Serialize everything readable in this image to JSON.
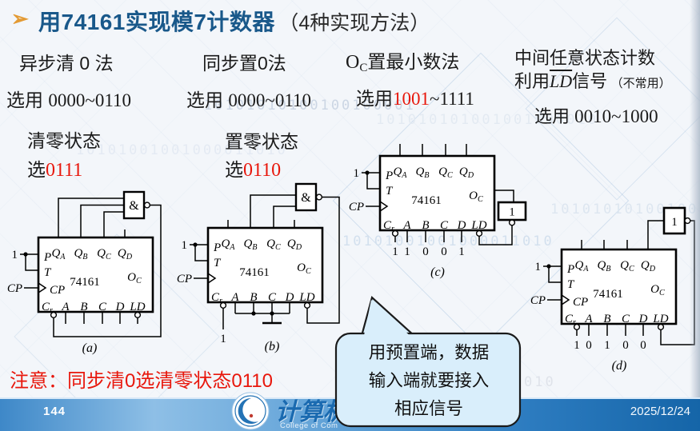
{
  "title": {
    "bullet": "➢",
    "main": "用74161实现模7计数器",
    "paren": "（4种实现方法）"
  },
  "m1": {
    "t": "异步清 0 法",
    "sel": "选用 ",
    "range": "0000~0110",
    "state": "清零状态",
    "pick": "选",
    "val": "0111"
  },
  "m2": {
    "t": "同步置0法",
    "sel": "选用 ",
    "range": "0000~0110",
    "state": "置零状态",
    "pick": "选",
    "val": "0110"
  },
  "m3": {
    "o": "O",
    "osub": "C",
    "t": "置最小数法",
    "sel": "选用",
    "red": "1001",
    "rest": "~1111"
  },
  "m4": {
    "t": "中间任意状态计数",
    "pre": "利用",
    "ld": "LD",
    "post": "信号",
    "note": "（不常用）",
    "sel": "选用 ",
    "range": "0010~1000"
  },
  "chip": {
    "q": "Q",
    "qsubs": [
      "A",
      "B",
      "C",
      "D"
    ],
    "p": "P",
    "t": "T",
    "cp": "CP",
    "cr": "C",
    "crsub": "r",
    "name": "74161",
    "o": "O",
    "osub": "C",
    "bottom": [
      "A",
      "B",
      "C",
      "D",
      "LD"
    ]
  },
  "circuits": {
    "a": {
      "label": "(a)",
      "one": "1",
      "cp": "CP",
      "gate": "&"
    },
    "b": {
      "label": "(b)",
      "one": "1",
      "cp": "CP",
      "gate": "&",
      "tie": "1"
    },
    "c": {
      "label": "(c)",
      "one": "1",
      "cp": "CP",
      "gate": "1",
      "values": [
        "1",
        "1",
        "0",
        "0",
        "1"
      ]
    },
    "d": {
      "label": "(d)",
      "one": "1",
      "cp": "CP",
      "gate": "1",
      "values": [
        "1",
        "0",
        "1",
        "0",
        "0"
      ]
    }
  },
  "note": "注意：同步清0选清零状态0110",
  "bubble": {
    "l1": "用预置端，数据",
    "l2": "输入端就要接入",
    "l3": "相应信号"
  },
  "footer": {
    "page": "144",
    "date": "2025/12/24",
    "logo": "计算机",
    "college": "College of Com"
  },
  "bg": {
    "b1": "10101010100100100001",
    "b2": "101010101001001000010",
    "b3": "10101001001000011010"
  },
  "colors": {
    "title_blue": "#19588a",
    "accent_red": "#e8170c",
    "bubble_bg": "#d9eefb",
    "bar_dark": "#1565a8"
  }
}
